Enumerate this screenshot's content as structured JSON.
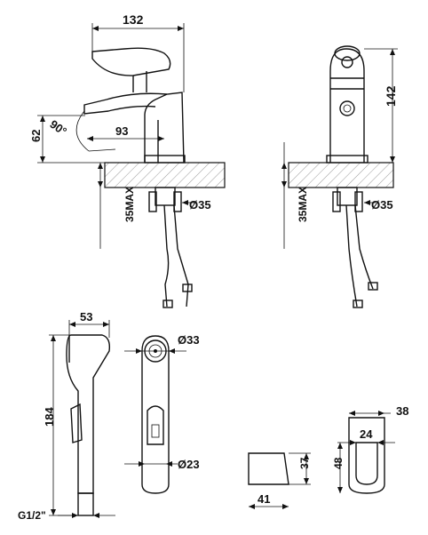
{
  "labels": {
    "faucet_width": "132",
    "faucet_height": "142",
    "spout_reach": "93",
    "spout_height": "62",
    "rotation_angle": "90°",
    "hole_diameter_front": "Ø35",
    "hole_diameter_side": "Ø35",
    "max_thickness_front": "35MAX",
    "max_thickness_side": "35MAX",
    "handshower_width": "53",
    "handshower_length": "184",
    "thread": "G1/2\"",
    "head_diameter": "Ø33",
    "handle_diameter": "Ø23",
    "holder_width_outer": "38",
    "holder_width_inner": "24",
    "holder_height_inner": "37",
    "holder_height_outer": "48",
    "holder_depth": "41"
  }
}
